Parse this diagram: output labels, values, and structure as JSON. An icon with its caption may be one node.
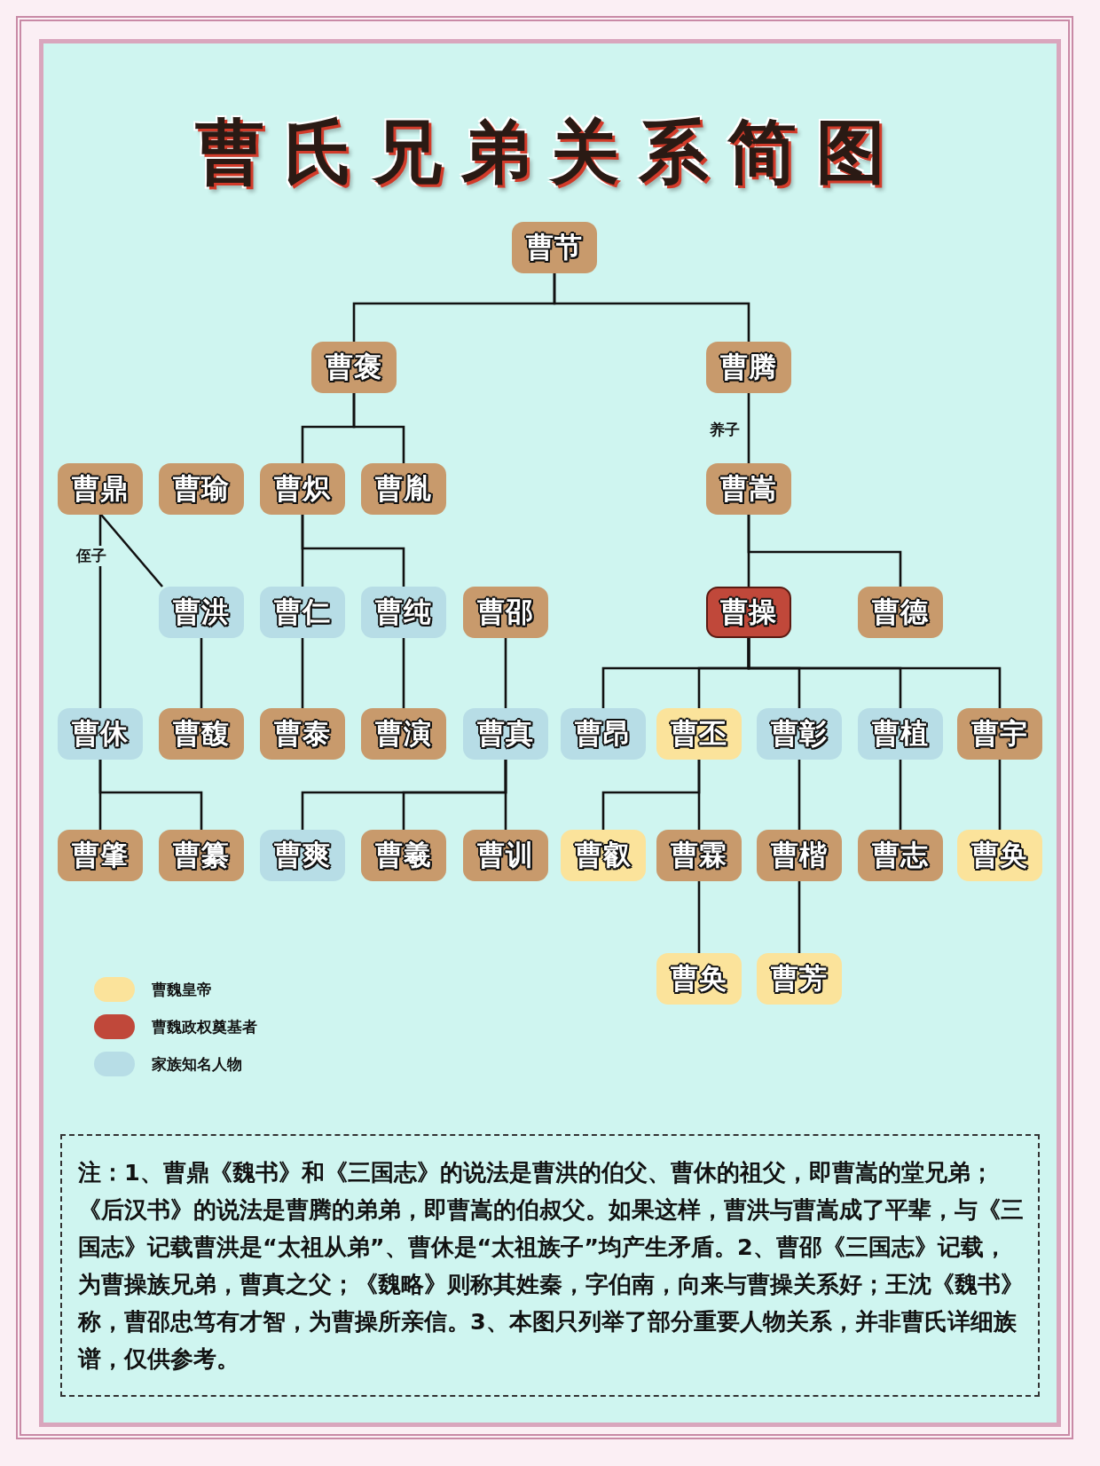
{
  "diagram": {
    "title": "曹氏兄弟关系简图",
    "nodes": [
      {
        "text": [
          "曹节"
        ]
      },
      {
        "text": [
          "曹褒"
        ]
      },
      {
        "text": [
          "曹腾"
        ]
      },
      {
        "text": [
          "曹鼎"
        ]
      },
      {
        "text": [
          "曹瑜"
        ]
      },
      {
        "text": [
          "曹炽"
        ]
      },
      {
        "text": [
          "曹胤"
        ]
      },
      {
        "text": [
          "曹嵩"
        ]
      },
      {
        "text": [
          "曹洪"
        ]
      },
      {
        "text": [
          "曹仁"
        ]
      },
      {
        "text": [
          "曹纯"
        ]
      },
      {
        "text": [
          "曹邵"
        ]
      },
      {
        "text": [
          "曹操"
        ]
      },
      {
        "text": [
          "曹德"
        ]
      },
      {
        "text": [
          "曹休"
        ]
      },
      {
        "text": [
          "曹馥"
        ]
      },
      {
        "text": [
          "曹泰"
        ]
      },
      {
        "text": [
          "曹演"
        ]
      },
      {
        "text": [
          "曹真"
        ]
      },
      {
        "text": [
          "曹昂"
        ]
      },
      {
        "text": [
          "曹丕"
        ]
      },
      {
        "text": [
          "曹彰"
        ]
      },
      {
        "text": [
          "曹植"
        ]
      },
      {
        "text": [
          "曹宇"
        ]
      },
      {
        "text": [
          "曹肇"
        ]
      },
      {
        "text": [
          "曹纂"
        ]
      },
      {
        "text": [
          "曹爽"
        ]
      },
      {
        "text": [
          "曹羲"
        ]
      },
      {
        "text": [
          "曹训"
        ]
      },
      {
        "text": [
          "曹叡"
        ]
      },
      {
        "text": [
          "曹霖"
        ]
      },
      {
        "text": [
          "曹楷"
        ]
      },
      {
        "text": [
          "曹志"
        ]
      },
      {
        "text": [
          "曹奂"
        ]
      },
      {
        "text": [
          "曹奂"
        ]
      },
      {
        "text": [
          "曹芳"
        ]
      }
    ],
    "edges": [
      {
        "from": 0,
        "to": 1,
        "arrow": "none"
      },
      {
        "from": 0,
        "to": 2,
        "arrow": "none"
      },
      {
        "from": 1,
        "to": 5,
        "arrow": "none"
      },
      {
        "from": 1,
        "to": 6,
        "arrow": "none"
      },
      {
        "from": 2,
        "to": 7,
        "arrow": "none",
        "label": "养子"
      },
      {
        "from": 3,
        "to": 8,
        "arrow": "none",
        "label": "侄子"
      },
      {
        "from": 3,
        "to": 14,
        "arrow": "none"
      },
      {
        "from": 5,
        "to": 9,
        "arrow": "none"
      },
      {
        "from": 5,
        "to": 10,
        "arrow": "none"
      },
      {
        "from": 7,
        "to": 12,
        "arrow": "none"
      },
      {
        "from": 7,
        "to": 13,
        "arrow": "none"
      },
      {
        "from": 8,
        "to": 15,
        "arrow": "none"
      },
      {
        "from": 9,
        "to": 16,
        "arrow": "none"
      },
      {
        "from": 10,
        "to": 17,
        "arrow": "none"
      },
      {
        "from": 11,
        "to": 18,
        "arrow": "none"
      },
      {
        "from": 12,
        "to": 19,
        "arrow": "none"
      },
      {
        "from": 12,
        "to": 20,
        "arrow": "none"
      },
      {
        "from": 12,
        "to": 21,
        "arrow": "none"
      },
      {
        "from": 12,
        "to": 22,
        "arrow": "none"
      },
      {
        "from": 12,
        "to": 23,
        "arrow": "none"
      },
      {
        "from": 14,
        "to": 24,
        "arrow": "none"
      },
      {
        "from": 14,
        "to": 25,
        "arrow": "none"
      },
      {
        "from": 18,
        "to": 26,
        "arrow": "none"
      },
      {
        "from": 18,
        "to": 27,
        "arrow": "none"
      },
      {
        "from": 18,
        "to": 28,
        "arrow": "none"
      },
      {
        "from": 20,
        "to": 29,
        "arrow": "none"
      },
      {
        "from": 20,
        "to": 30,
        "arrow": "none"
      },
      {
        "from": 21,
        "to": 31,
        "arrow": "none"
      },
      {
        "from": 22,
        "to": 32,
        "arrow": "none"
      },
      {
        "from": 23,
        "to": 33,
        "arrow": "none"
      },
      {
        "from": 30,
        "to": 34,
        "arrow": "none"
      },
      {
        "from": 31,
        "to": 35,
        "arrow": "none"
      }
    ],
    "labels": [
      "注：1、曹鼎《魏书》和《三国志》的说法是曹洪的伯父、曹休的祖父，即曹嵩的堂兄弟；《后汉书》的说法是曹腾的弟弟，即曹嵩的伯叔父。如果这样，曹洪与曹嵩成了平辈，与《三国志》记载曹洪是“太祖从弟”、曹休是“太祖族子”均产生矛盾。2、曹邵《三国志》记载，为曹操族兄弟，曹真之父；《魏略》则称其姓秦，字伯南，向来与曹操关系好；王沈《魏书》称，曹邵忠笃有才智，为曹操所亲信。3、本图只列举了部分重要人物关系，并非曹氏详细族谱，仅供参考。"
    ],
    "legend": [
      {
        "text": "曹魏皇帝",
        "color": "#fbe39b"
      },
      {
        "text": "曹魏政权奠基者",
        "color": "#c0483a"
      },
      {
        "text": "家族知名人物",
        "color": "#b7dde6"
      }
    ]
  }
}
